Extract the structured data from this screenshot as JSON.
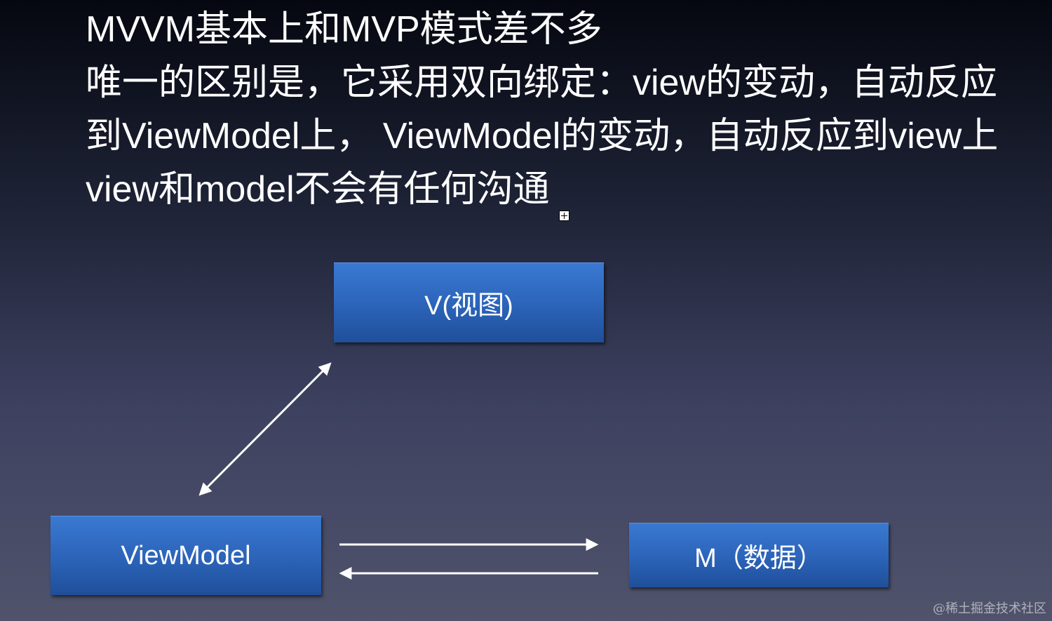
{
  "slide": {
    "lines": [
      "MVVM基本上和MVP模式差不多",
      "唯一的区别是，它采用双向绑定：view的变动，自动反应",
      "到ViewModel上， ViewModel的变动，自动反应到view上",
      "view和model不会有任何沟通"
    ]
  },
  "diagram": {
    "view_box": "V(视图)",
    "viewmodel_box": "ViewModel",
    "model_box": "M（数据）",
    "box_color": "#2b63b8",
    "arrow_color": "#ffffff"
  },
  "watermark": "@稀土掘金技术社区"
}
